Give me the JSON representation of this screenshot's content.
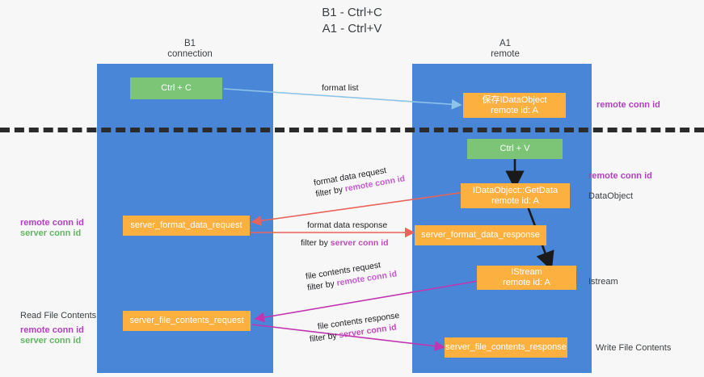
{
  "title": "B1 - Ctrl+C\nA1 - Ctrl+V",
  "columns": [
    {
      "name": "b1",
      "label": "B1\nconnection"
    },
    {
      "name": "a1",
      "label": "A1\nremote"
    }
  ],
  "nodes": {
    "ctrl_c": "Ctrl + C",
    "save_idataobject": "保存IDataObject\nremote id: A",
    "ctrl_v": "Ctrl + V",
    "getdata": "IDataObject::GetData\nremote id: A",
    "server_format_data_request": "server_format_data_request",
    "server_format_data_response": "server_format_data_response",
    "istream": "IStream\nremote id: A",
    "server_file_contents_request": "server_file_contents_request",
    "server_file_contents_response": "server_file_contents_response"
  },
  "edges": {
    "format_list": "format list",
    "format_data_request_line1": "format data request",
    "format_data_request_line2_prefix": "filter by ",
    "format_data_request_line2_key": "remote conn id",
    "format_data_response_line1": "format data response",
    "format_data_response_line2_prefix": "filter by ",
    "format_data_response_line2_key": "server conn id",
    "file_contents_request_line1": "file contents request",
    "file_contents_request_line2_prefix": "filter by ",
    "file_contents_request_line2_key": "remote conn id",
    "file_contents_response_line1": "file contents response",
    "file_contents_response_line2_prefix": "filter by ",
    "file_contents_response_line2_key": "server conn id"
  },
  "annotations": {
    "left_mid_remote": "remote conn id",
    "left_mid_server": "server conn id",
    "left_read_file_contents": "Read File Contents",
    "left_bottom_remote": "remote conn id",
    "left_bottom_server": "server conn id",
    "right_top_remote": "remote conn id",
    "right_mid_remote": "remote conn id",
    "right_dataobject": "DataObject",
    "right_istream": "Istream",
    "right_write_file_contents": "Write File Contents"
  },
  "colors": {
    "lane": "#4a86d8",
    "green_node": "#7cc576",
    "orange_node": "#fbb040",
    "accent_purple": "#b23fc0",
    "accent_green": "#63b463",
    "arrow_blue": "#8ec4e8",
    "arrow_red": "#e8635a",
    "arrow_magenta": "#c335b0",
    "arrow_black": "#1a1a1a",
    "separator": "#2b2b2b",
    "background": "#f7f7f7"
  }
}
